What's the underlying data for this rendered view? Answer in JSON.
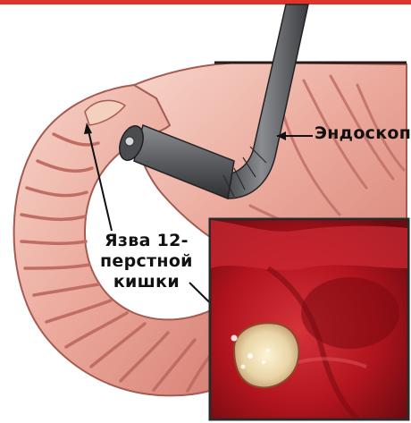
{
  "labels": {
    "endoscope": "Эндоскоп",
    "ulcer_line1": "Язва 12-",
    "ulcer_line2": "перстной",
    "ulcer_line3": "кишки"
  },
  "colors": {
    "accent_rule": "#e0342a",
    "tissue_light": "#f3c2b6",
    "tissue_mid": "#e59a8e",
    "tissue_dark": "#c96f66",
    "endoscope": "#5d5f62",
    "inset_red": "#b8141c",
    "inset_border": "#2a2a2a"
  }
}
